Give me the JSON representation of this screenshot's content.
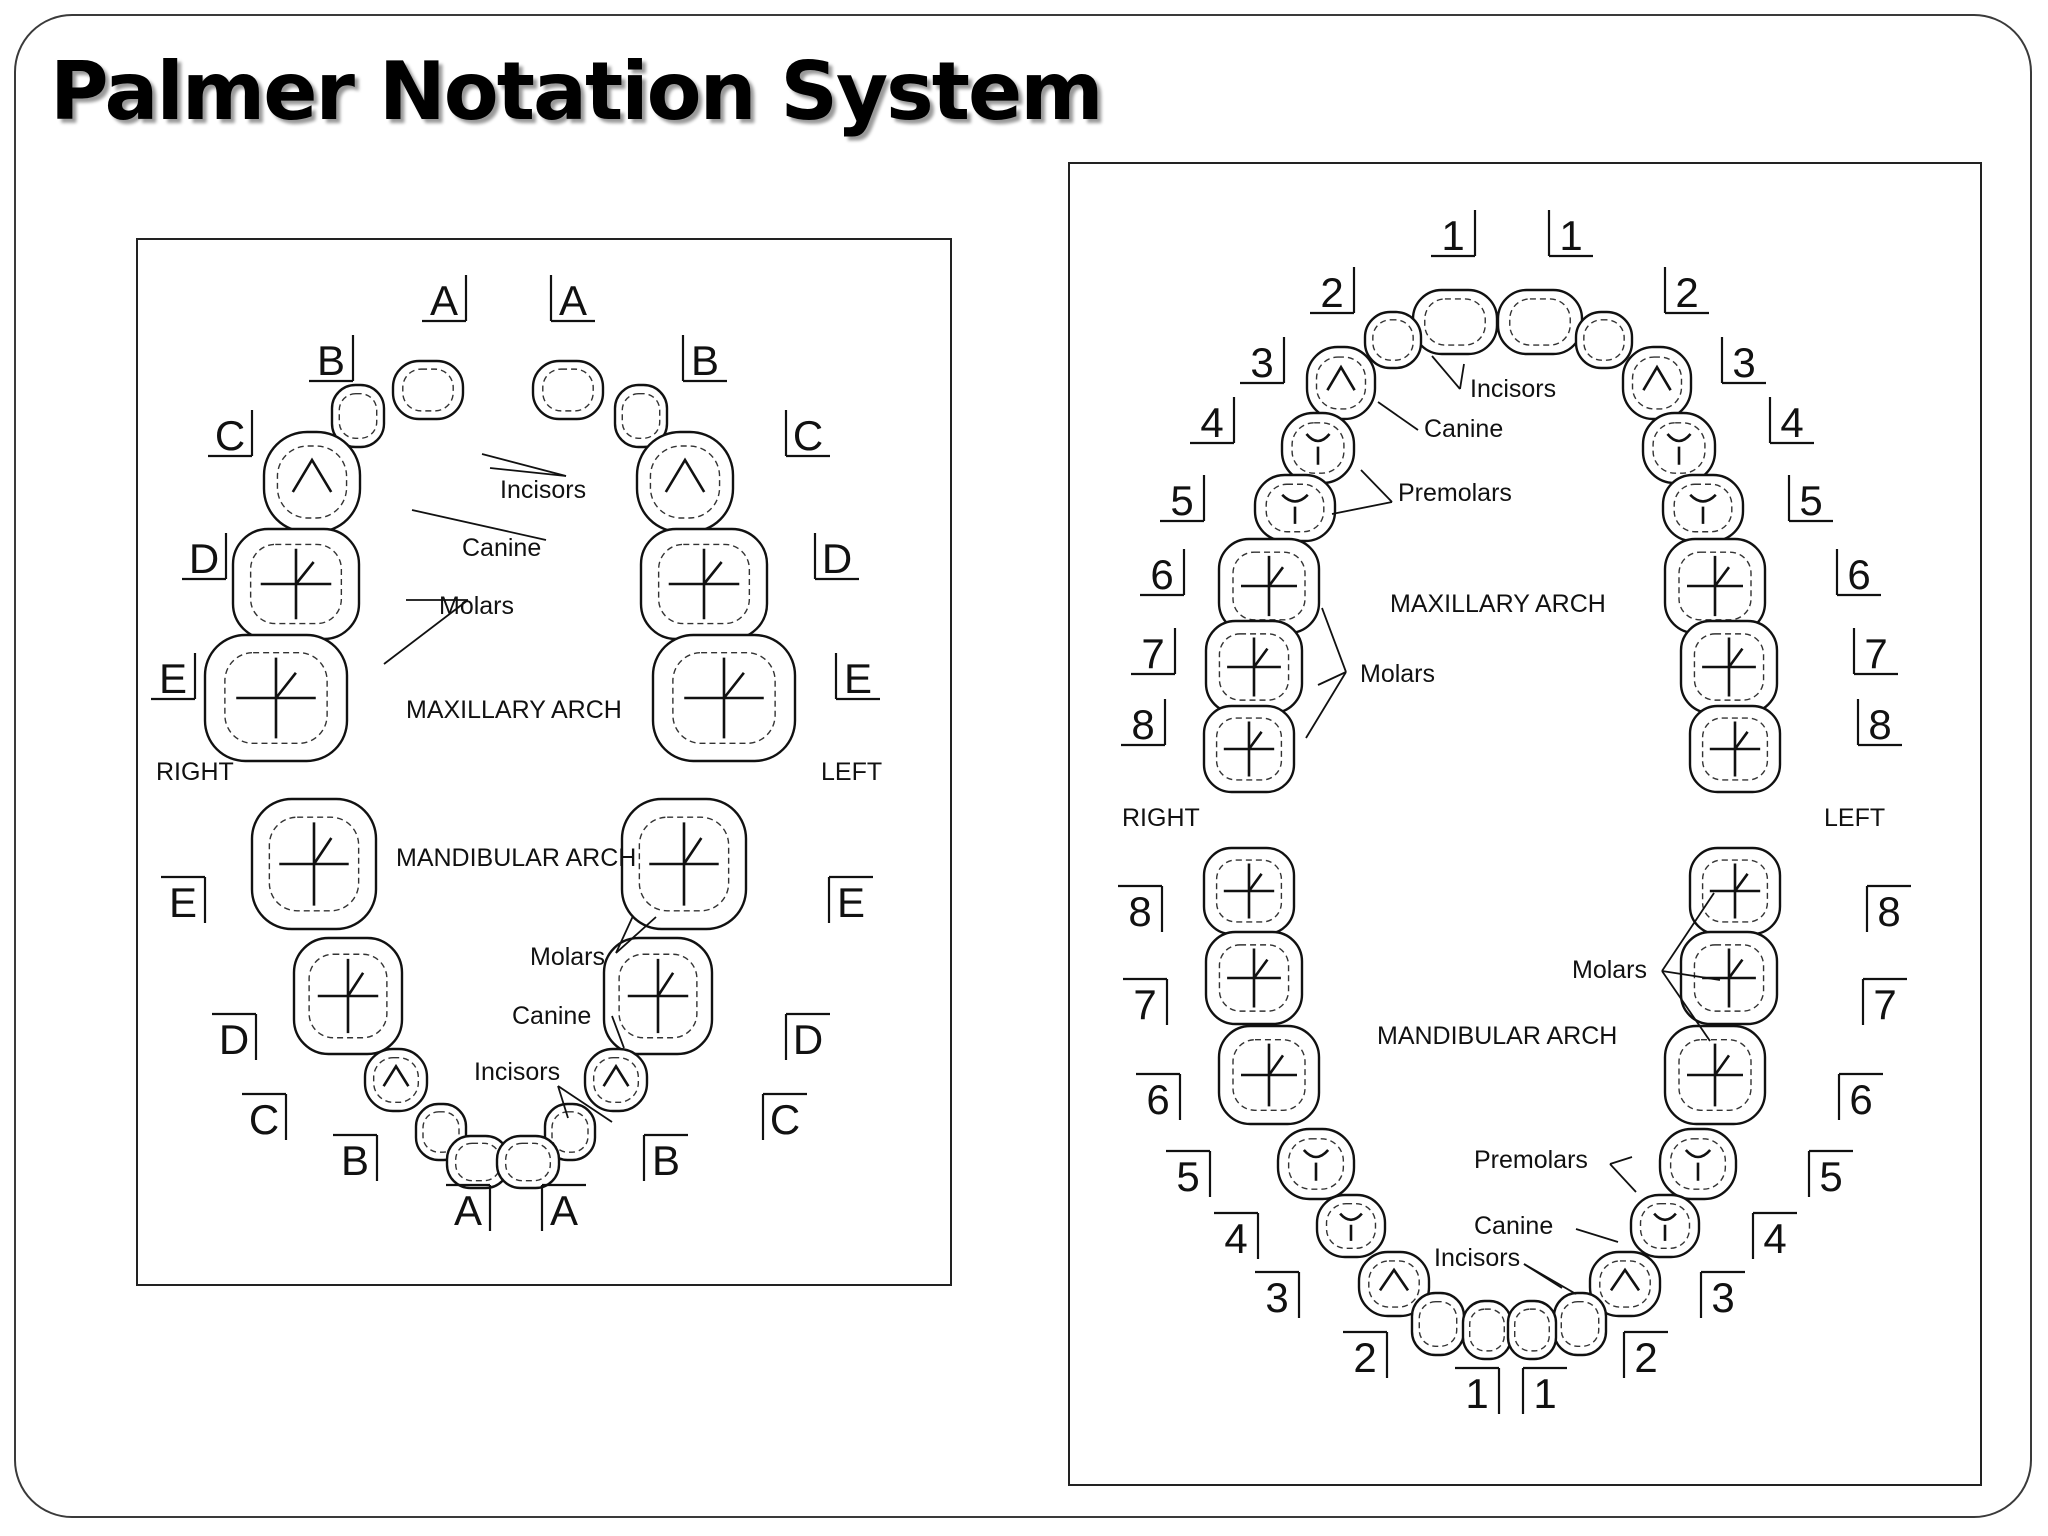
{
  "slide": {
    "title": "Palmer Notation System"
  },
  "primary_chart": {
    "upper_right": [
      "A",
      "B",
      "C",
      "D",
      "E"
    ],
    "upper_left": [
      "A",
      "B",
      "C",
      "D",
      "E"
    ],
    "lower_right": [
      "E",
      "D",
      "C",
      "B",
      "A"
    ],
    "lower_left": [
      "A",
      "B",
      "C",
      "D",
      "E"
    ],
    "labels": {
      "incisors_upper": "Incisors",
      "canine_upper": "Canine",
      "molars_upper": "Molars",
      "maxillary_arch": "MAXILLARY ARCH",
      "right": "RIGHT",
      "left": "LEFT",
      "mandibular_arch": "MANDIBULAR ARCH",
      "molars_lower": "Molars",
      "canine_lower": "Canine",
      "incisors_lower": "Incisors"
    }
  },
  "permanent_chart": {
    "upper_right": [
      "1",
      "2",
      "3",
      "4",
      "5",
      "6",
      "7",
      "8"
    ],
    "upper_left": [
      "1",
      "2",
      "3",
      "4",
      "5",
      "6",
      "7",
      "8"
    ],
    "lower_right": [
      "8",
      "7",
      "6",
      "5",
      "4",
      "3",
      "2",
      "1"
    ],
    "lower_left": [
      "1",
      "2",
      "3",
      "4",
      "5",
      "6",
      "7",
      "8"
    ],
    "labels": {
      "incisors_upper": "Incisors",
      "canine_upper": "Canine",
      "premolars_upper": "Premolars",
      "maxillary_arch": "MAXILLARY ARCH",
      "molars_upper": "Molars",
      "right": "RIGHT",
      "left": "LEFT",
      "molars_lower": "Molars",
      "mandibular_arch": "MANDIBULAR ARCH",
      "premolars_lower": "Premolars",
      "canine_lower": "Canine",
      "incisors_lower": "Incisors"
    }
  }
}
